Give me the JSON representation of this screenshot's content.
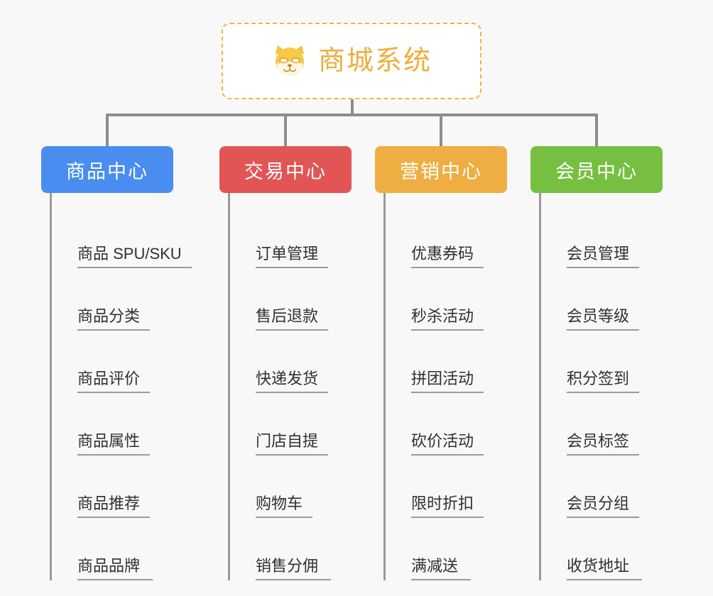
{
  "diagram": {
    "type": "mindmap-tree",
    "background_color": "#f8f8f8",
    "root": {
      "title": "商城系统",
      "icon": "shiba-inu-dog-face-icon",
      "border_color": "#f2b33d",
      "text_color": "#f0ad3c",
      "border_style": "dashed"
    },
    "connector_color": "#8d8d8d",
    "branches": [
      {
        "label": "商品中心",
        "color": "#4a8df0",
        "items": [
          "商品 SPU/SKU",
          "商品分类",
          "商品评价",
          "商品属性",
          "商品推荐",
          "商品品牌"
        ]
      },
      {
        "label": "交易中心",
        "color": "#e25555",
        "items": [
          "订单管理",
          "售后退款",
          "快递发货",
          "门店自提",
          "购物车",
          "销售分佣"
        ]
      },
      {
        "label": "营销中心",
        "color": "#eeae42",
        "items": [
          "优惠券码",
          "秒杀活动",
          "拼团活动",
          "砍价活动",
          "限时折扣",
          "满减送"
        ]
      },
      {
        "label": "会员中心",
        "color": "#76bf40",
        "items": [
          "会员管理",
          "会员等级",
          "积分签到",
          "会员标签",
          "会员分组",
          "收货地址"
        ]
      }
    ]
  }
}
